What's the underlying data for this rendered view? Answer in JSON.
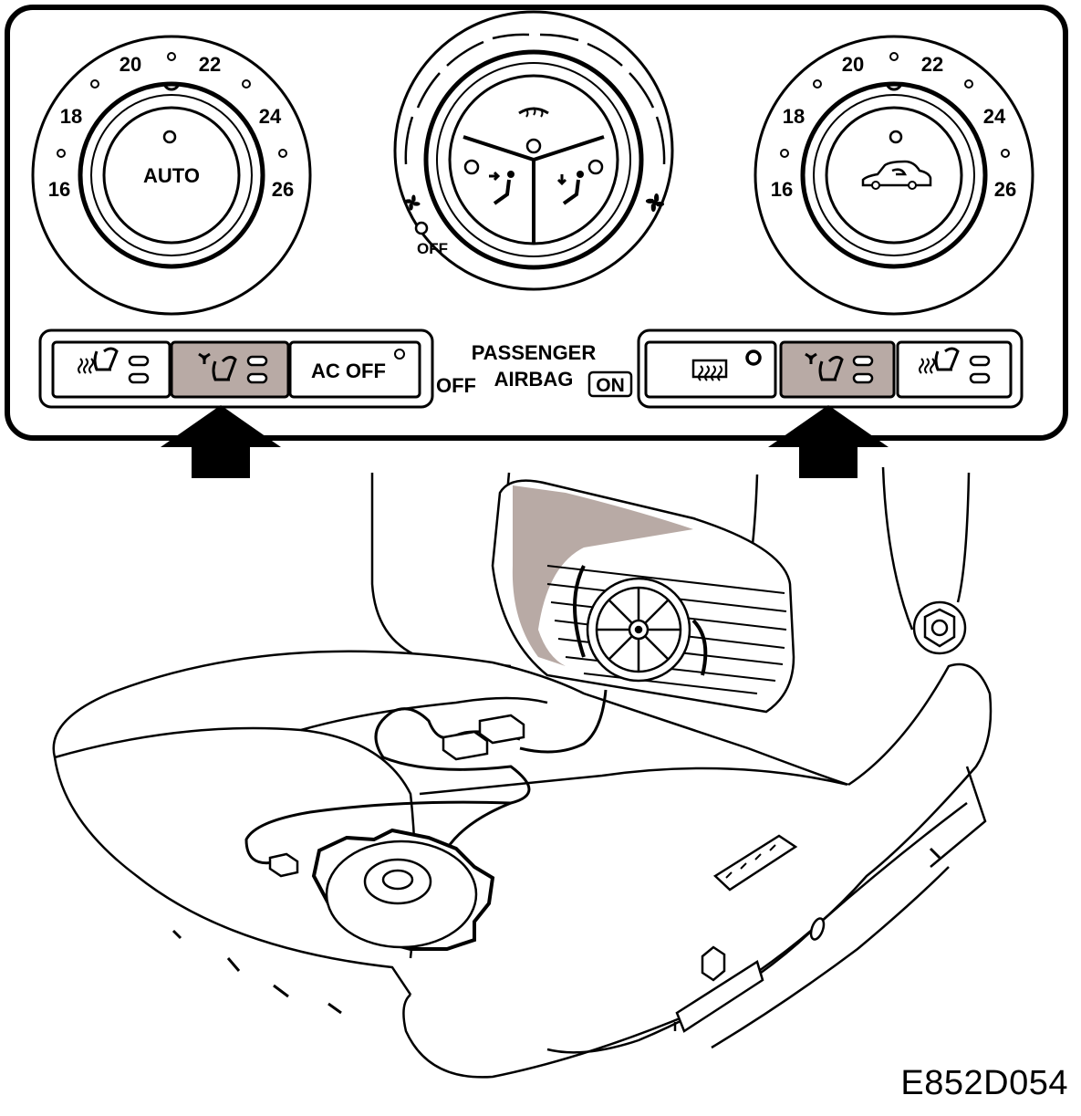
{
  "colors": {
    "line": "#000000",
    "highlight": "#b8aaa5",
    "background": "#ffffff",
    "panel_fill": "#f0f0f0"
  },
  "left_dial": {
    "scale": [
      "16",
      "18",
      "20",
      "22",
      "24",
      "26"
    ],
    "knob_label": "AUTO"
  },
  "center_dial": {
    "icons": [
      "windscreen-defrost-icon",
      "face-vent-icon",
      "foot-vent-icon",
      "fan-low-icon",
      "fan-high-icon"
    ],
    "off_label": "OFF"
  },
  "right_dial": {
    "scale": [
      "16",
      "18",
      "20",
      "22",
      "24",
      "26"
    ],
    "knob_icon": "recirculation-icon"
  },
  "buttons": {
    "left_heated_seat": {
      "icon": "heated-seat-icon"
    },
    "left_cooled_seat": {
      "icon": "ventilated-seat-icon",
      "highlight": true
    },
    "ac_off": {
      "label": "AC OFF"
    },
    "rear_defrost": {
      "icon": "rear-defrost-icon"
    },
    "right_cooled_seat": {
      "icon": "ventilated-seat-icon",
      "highlight": true
    },
    "right_heated_seat": {
      "icon": "heated-seat-icon"
    }
  },
  "airbag_indicator": {
    "line1": "PASSENGER",
    "line2": "AIRBAG",
    "off": "OFF",
    "on": "ON"
  },
  "figure_reference": "E852D054"
}
